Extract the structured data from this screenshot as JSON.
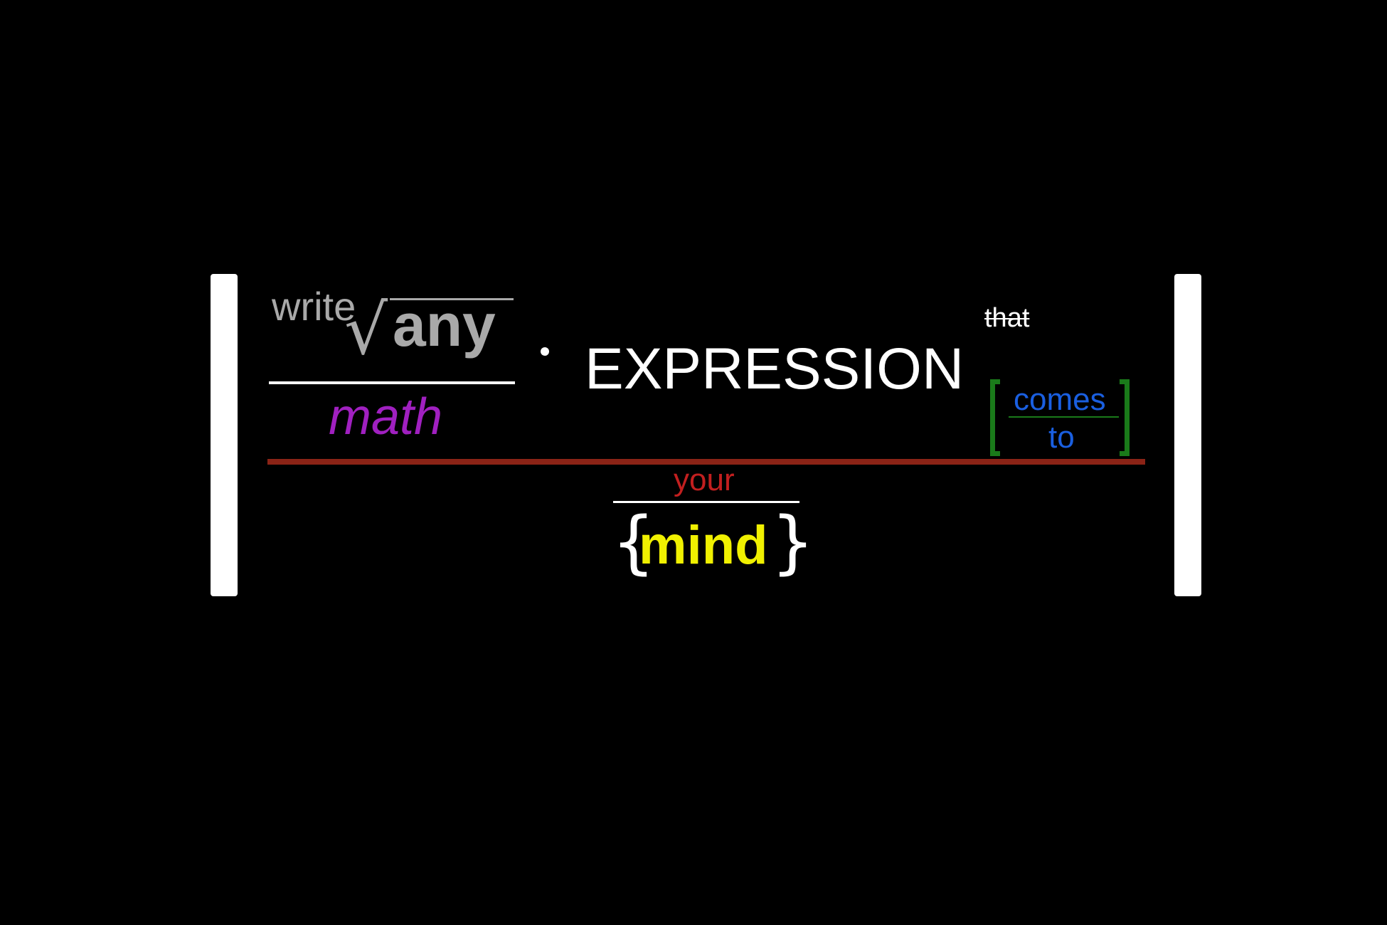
{
  "expression": {
    "numerator_top": {
      "prefix": "write",
      "radical_symbol": "√",
      "radicand": "any"
    },
    "numerator_bottom": "math",
    "operator": "·",
    "base": "EXPRESSION",
    "exponent": {
      "top": "that",
      "bracket_numerator": "comes",
      "bracket_denominator": "to",
      "bracket_left": "[",
      "bracket_right": "]"
    },
    "denominator": {
      "top": "your",
      "brace_left": "{",
      "word": "mind",
      "brace_right": "}"
    }
  },
  "colors": {
    "background": "#000000",
    "bars": "#ffffff",
    "write_any": "#a9a9a9",
    "math": "#a020c0",
    "expression": "#ffffff",
    "that": "#ffffff",
    "comes_to": "#1a5fe0",
    "bracket": "#1a7a1a",
    "main_fraction_line": "#8b2316",
    "your": "#c21f1f",
    "mind": "#f0f000"
  }
}
